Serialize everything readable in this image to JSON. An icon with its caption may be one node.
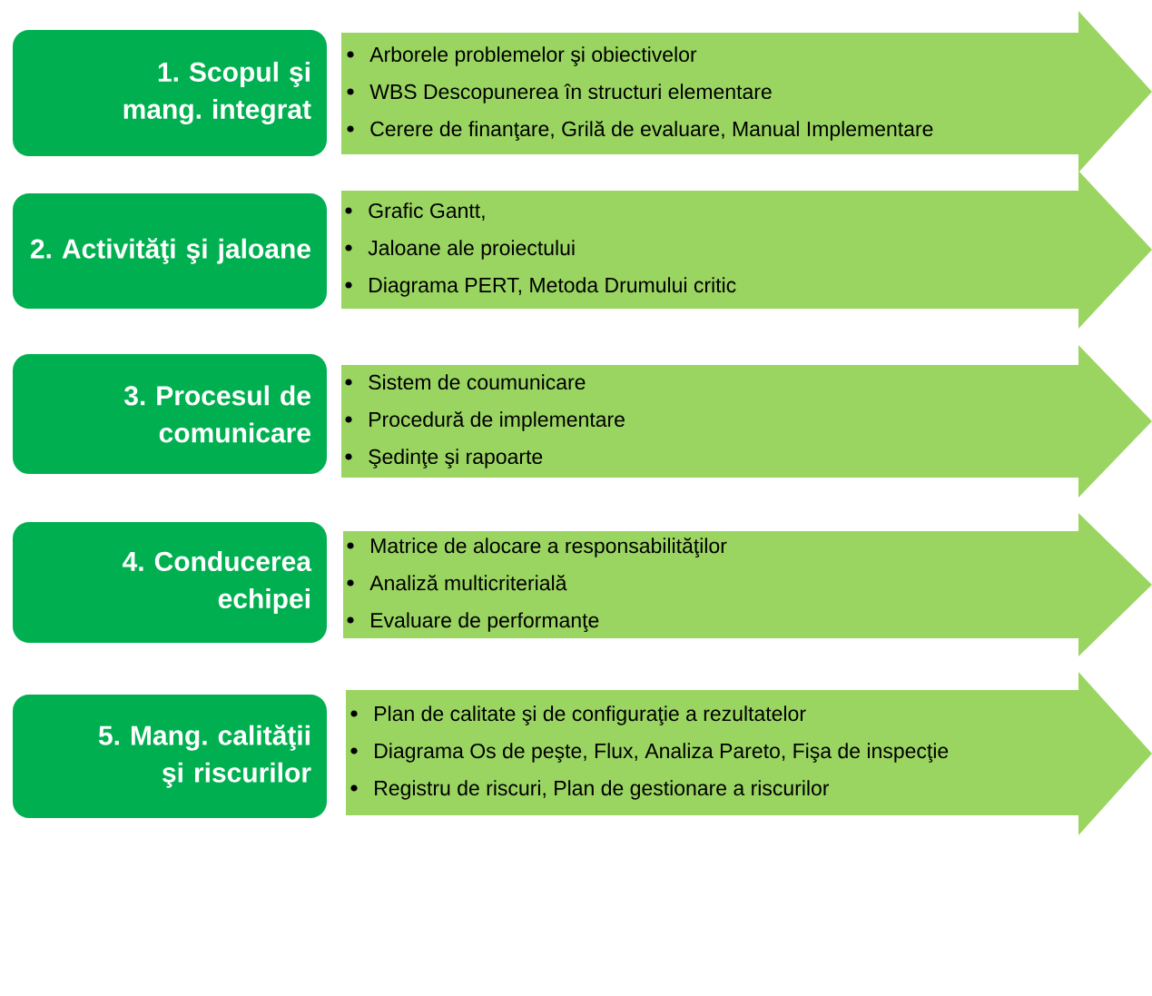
{
  "diagram": {
    "nodes": [
      {
        "text": [
          "1. Scopul şi mang. integrat"
        ]
      },
      {
        "text": [
          "Arborele problemelor şi obiectivelor",
          "WBS Descopunerea în structuri elementare",
          "Cerere de finanţare, Grilă de evaluare, Manual Implementare"
        ]
      },
      {
        "text": [
          "2. Activităţi şi jaloane"
        ]
      },
      {
        "text": [
          "Grafic Gantt,",
          "Jaloane ale proiectului",
          "Diagrama PERT, Metoda Drumului critic"
        ]
      },
      {
        "text": [
          "3. Procesul de comunicare"
        ]
      },
      {
        "text": [
          "Sistem de coumunicare",
          "Procedură de implementare",
          "Şedinţe şi rapoarte"
        ]
      },
      {
        "text": [
          "4. Conducerea echipei"
        ]
      },
      {
        "text": [
          "Matrice de alocare a responsabilităţilor",
          "Analiză multicriterială",
          "Evaluare de performanţe"
        ]
      },
      {
        "text": [
          "5. Mang. calităţii şi riscurilor"
        ]
      },
      {
        "text": [
          "Plan de calitate şi de configuraţie a rezultatelor",
          "Diagrama Os de peşte, Flux, Analiza Pareto, Fişa de inspecţie",
          "Registru de riscuri, Plan de gestionare a riscurilor"
        ]
      }
    ]
  }
}
